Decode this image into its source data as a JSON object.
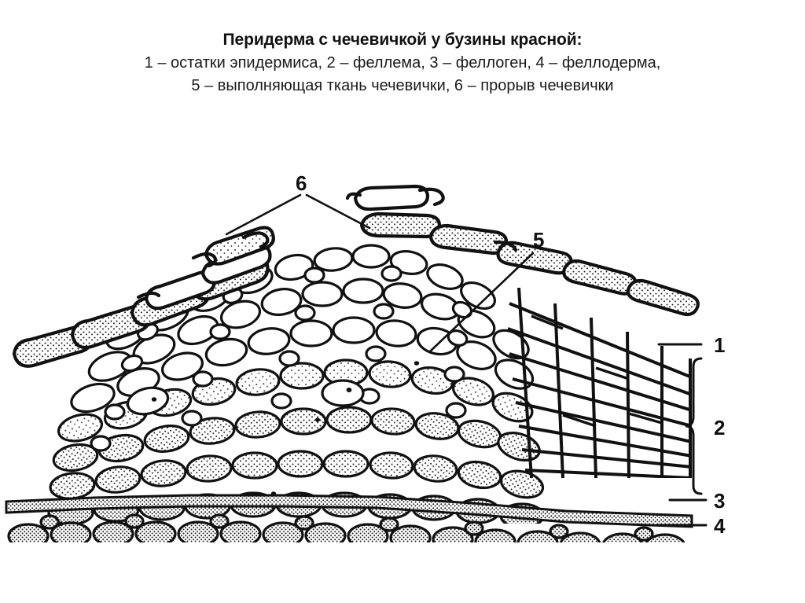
{
  "caption": {
    "title": "Перидерма с чечевичкой у бузины красной:",
    "legend_line_1": "1 – остатки эпидермиса, 2 – феллема, 3 – феллоген, 4 – феллодерма,",
    "legend_line_2": "5 – выполняющая ткань чечевички, 6 – прорыв чечевички"
  },
  "figure": {
    "alt": "Микрофотографический рисунок поперечного среза перидермы с чечевичкой",
    "labels": {
      "one": "1",
      "two": "2",
      "three": "3",
      "four": "4",
      "five": "5",
      "six": "6"
    }
  },
  "colors": {
    "background": "#ffffff",
    "ink": "#111111",
    "text": "#1b1b1b",
    "stipple": "#2a2a2a"
  }
}
